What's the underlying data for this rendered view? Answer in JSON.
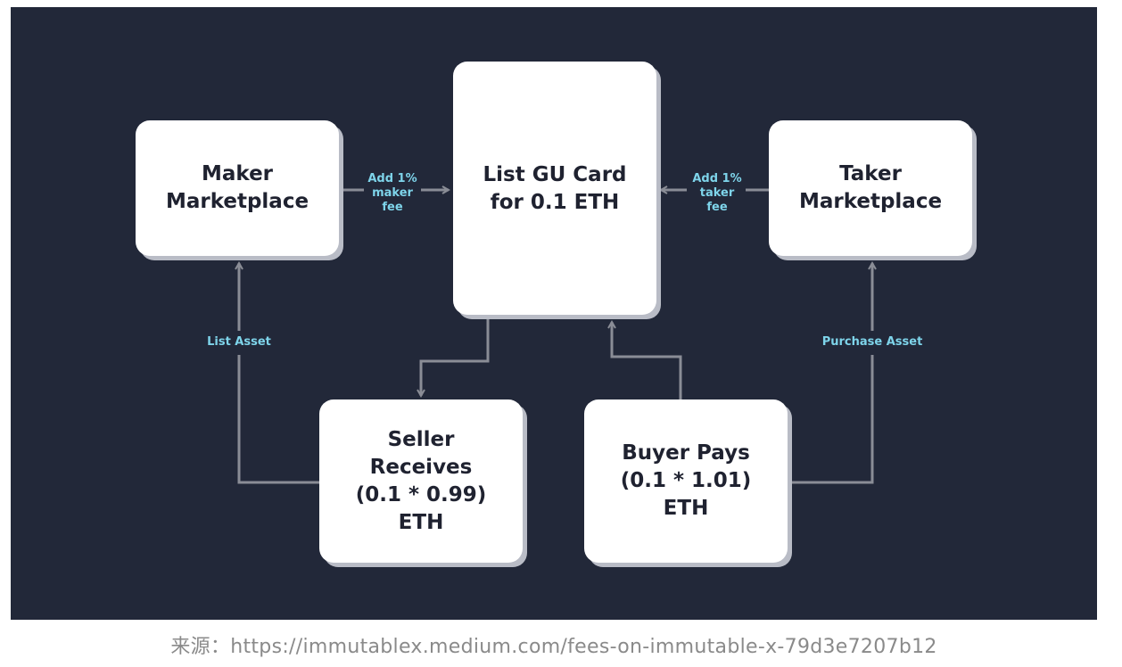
{
  "diagram": {
    "nodes": {
      "maker": [
        "Maker",
        "Marketplace"
      ],
      "list_card": [
        "List GU Card",
        "for 0.1 ETH"
      ],
      "taker": [
        "Taker",
        "Marketplace"
      ],
      "seller": [
        "Seller",
        "Receives",
        "(0.1 * 0.99)",
        "ETH"
      ],
      "buyer": [
        "Buyer Pays",
        "(0.1 * 1.01)",
        "ETH"
      ]
    },
    "edges": {
      "maker_fee": [
        "Add 1%",
        "maker",
        "fee"
      ],
      "taker_fee": [
        "Add 1%",
        "taker",
        "fee"
      ],
      "list_asset": "List Asset",
      "purchase_asset": "Purchase Asset"
    }
  },
  "source": "来源：https://immutablex.medium.com/fees-on-immutable-x-79d3e7207b12",
  "colors": {
    "background": "#222839",
    "node_fill": "#ffffff",
    "node_shadow": "#b9bcc6",
    "edge": "#8a8d96",
    "edge_label": "#7ed4ea"
  }
}
